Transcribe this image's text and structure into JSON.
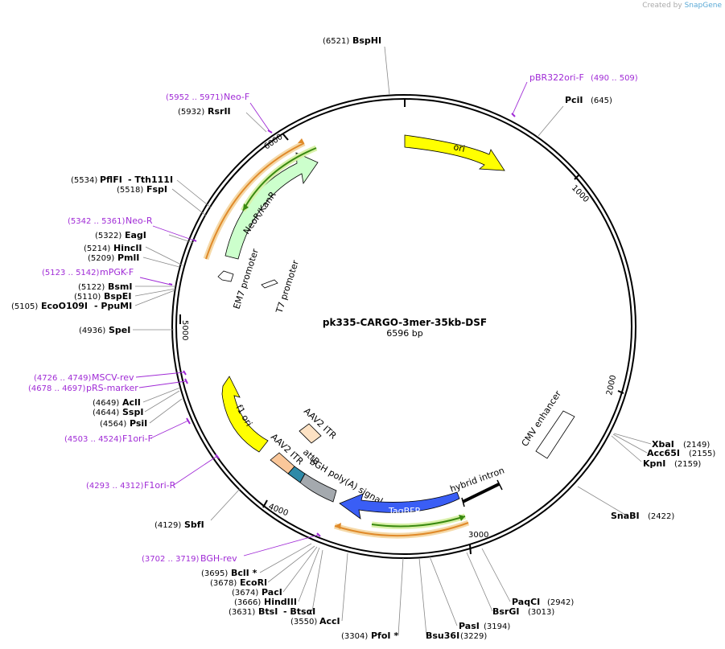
{
  "credit": {
    "prefix": "Created by",
    "brand": "SnapGene"
  },
  "plasmid": {
    "name": "pk335-CARGO-3mer-35kb-DSF",
    "size": "6596 bp"
  },
  "ticks": [
    {
      "label": "1000"
    },
    {
      "label": "2000"
    },
    {
      "label": "3000"
    },
    {
      "label": "4000"
    },
    {
      "label": "5000"
    },
    {
      "label": "6000"
    }
  ],
  "sites": [
    {
      "pos": "(6521)",
      "name": "BsphI",
      "display": "BspHI"
    },
    {
      "pos": "(645)",
      "name": "PciI"
    },
    {
      "pos": "(5932)",
      "name": "RsrII"
    },
    {
      "pos": "(5534)",
      "name": "PflFI",
      "extra": "- Tth111I"
    },
    {
      "pos": "(5518)",
      "name": "FspI"
    },
    {
      "pos": "(5322)",
      "name": "EagI"
    },
    {
      "pos": "(5214)",
      "name": "HincII"
    },
    {
      "pos": "(5209)",
      "name": "PmlI"
    },
    {
      "pos": "(5122)",
      "name": "BsmI"
    },
    {
      "pos": "(5110)",
      "name": "BspEI"
    },
    {
      "pos": "(5105)",
      "name": "EcoO109I",
      "extra": "- PpuMI"
    },
    {
      "pos": "(4936)",
      "name": "SpeI"
    },
    {
      "pos": "(4649)",
      "name": "AclI"
    },
    {
      "pos": "(4644)",
      "name": "SspI"
    },
    {
      "pos": "(4564)",
      "name": "PsiI"
    },
    {
      "pos": "(4129)",
      "name": "SbfI"
    },
    {
      "pos": "(3695)",
      "name": "BclI *"
    },
    {
      "pos": "(3678)",
      "name": "EcoRI"
    },
    {
      "pos": "(3674)",
      "name": "PacI"
    },
    {
      "pos": "(3666)",
      "name": "HindIII"
    },
    {
      "pos": "(3631)",
      "name": "BtsI",
      "extra": "- BtsαI"
    },
    {
      "pos": "(3550)",
      "name": "AccI"
    },
    {
      "pos": "(3304)",
      "name": "PfoI *"
    },
    {
      "pos": "(3229)",
      "name": "Bsu36I"
    },
    {
      "pos": "(3194)",
      "name": "PasI"
    },
    {
      "pos": "(3013)",
      "name": "BsrGI"
    },
    {
      "pos": "(2942)",
      "name": "PaqCI"
    },
    {
      "pos": "(2422)",
      "name": "SnaBI"
    },
    {
      "pos": "(2149)",
      "name": "XbaI"
    },
    {
      "pos": "(2155)",
      "name": "Acc65I"
    },
    {
      "pos": "(2159)",
      "name": "KpnI"
    }
  ],
  "primers": [
    {
      "pos": "(490 .. 509)",
      "name": "pBR322ori-F"
    },
    {
      "pos": "(5952 .. 5971)",
      "name": "Neo-F"
    },
    {
      "pos": "(5342 .. 5361)",
      "name": "Neo-R"
    },
    {
      "pos": "(5123 .. 5142)",
      "name": "mPGK-F"
    },
    {
      "pos": "(4726 .. 4749)",
      "name": "MSCV-rev"
    },
    {
      "pos": "(4678 .. 4697)",
      "name": "pRS-marker"
    },
    {
      "pos": "(4503 .. 4524)",
      "name": "F1ori-F"
    },
    {
      "pos": "(4293 .. 4312)",
      "name": "F1ori-R"
    },
    {
      "pos": "(3702 .. 3719)",
      "name": "BGH-rev"
    }
  ],
  "features": {
    "ori": "ori",
    "neo": "NeoR/KanR",
    "em7": "EM7 promoter",
    "t7": "T7 promoter",
    "f1ori": "f1 ori",
    "aav_itr_1": "AAV2 ITR",
    "aav_itr_2": "AAV2 ITR",
    "attb": "attB",
    "bgh": "bGH poly(A) signal",
    "tagbfp": "TagBFP",
    "hybrid_intron": "hybrid intron",
    "cmv": "CMV enhancer"
  },
  "colors": {
    "ori": "#ffff00",
    "neo": "#ccffcc",
    "f1ori": "#ffff00",
    "aav_itr": "#fad7b4",
    "attb": "#2e8aa8",
    "bgh": "#a4a9ae",
    "tagbfp": "#3a5ef5",
    "primer": "#a02bd6",
    "orange_orf": "#f0a050",
    "green_orf": "#3a9a1a"
  }
}
